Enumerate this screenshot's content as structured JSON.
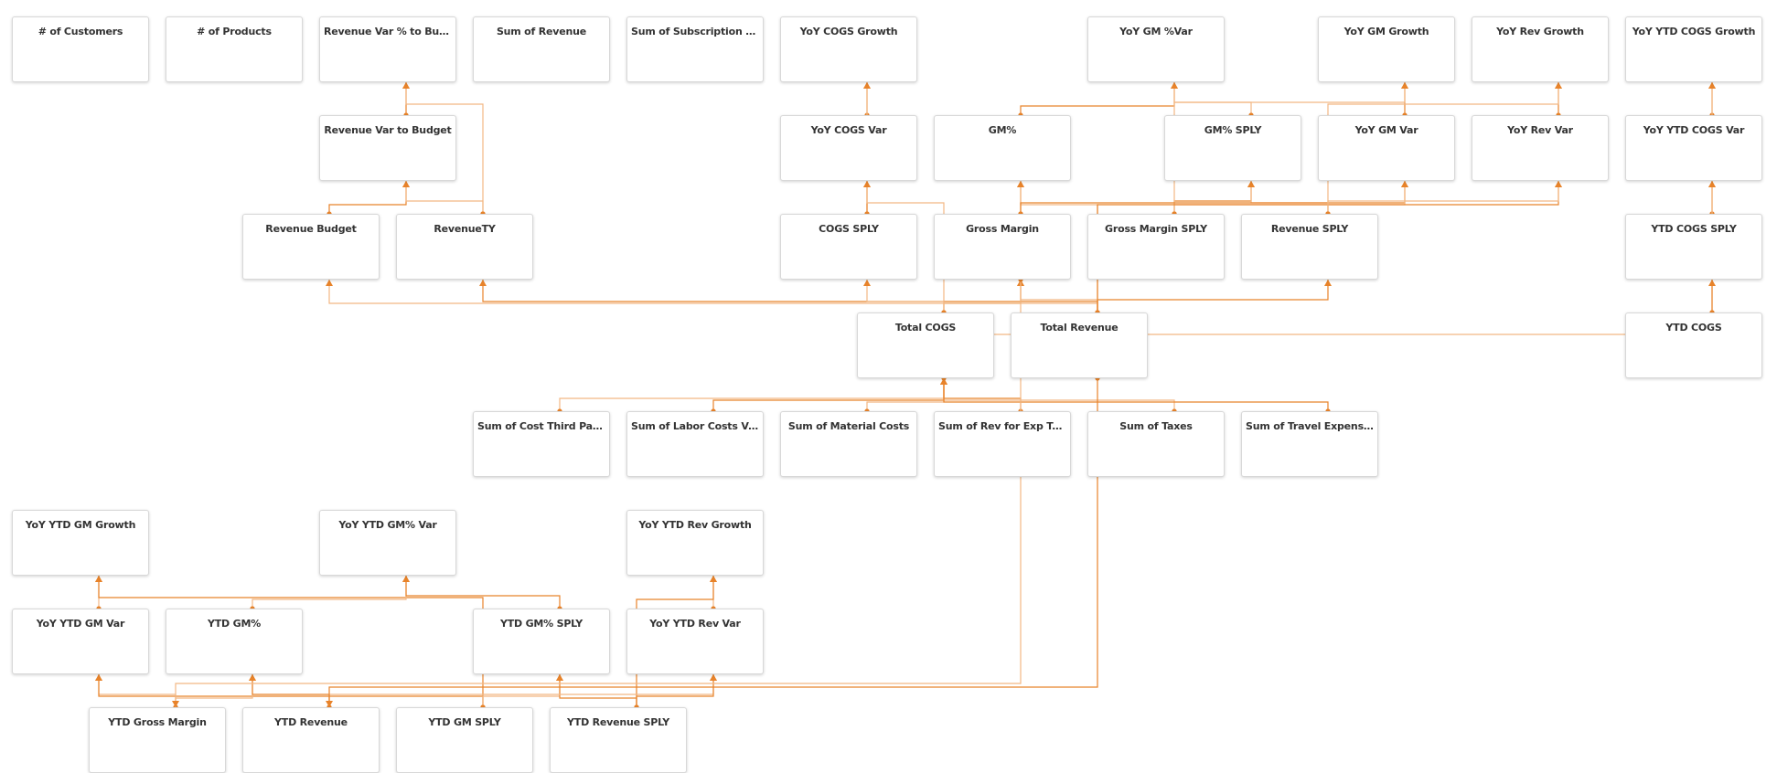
{
  "theme": {
    "edge_color": "#E8832A",
    "edge_color_light": "#F2B884",
    "node_border": "#D8D8D8",
    "text_color": "#333333",
    "background": "#FFFFFF"
  },
  "nodes": [
    {
      "id": "n_customers",
      "label": "# of Customers"
    },
    {
      "id": "n_products",
      "label": "# of Products"
    },
    {
      "id": "n_rev_var_pct_budget",
      "label": "Revenue Var % to Budget"
    },
    {
      "id": "n_sum_revenue",
      "label": "Sum of Revenue"
    },
    {
      "id": "n_sum_subscription",
      "label": "Sum of Subscription Rev..."
    },
    {
      "id": "n_yoy_cogs_growth",
      "label": "YoY COGS Growth"
    },
    {
      "id": "n_yoy_gm_pct_var",
      "label": "YoY GM %Var"
    },
    {
      "id": "n_yoy_gm_growth",
      "label": "YoY GM Growth"
    },
    {
      "id": "n_yoy_rev_growth",
      "label": "YoY Rev Growth"
    },
    {
      "id": "n_yoy_ytd_cogs_growth",
      "label": "YoY YTD COGS Growth"
    },
    {
      "id": "n_rev_var_budget",
      "label": "Revenue Var to Budget"
    },
    {
      "id": "n_yoy_cogs_var",
      "label": "YoY COGS Var"
    },
    {
      "id": "n_gm_pct",
      "label": "GM%"
    },
    {
      "id": "n_gm_pct_sply",
      "label": "GM% SPLY"
    },
    {
      "id": "n_yoy_gm_var",
      "label": "YoY GM Var"
    },
    {
      "id": "n_yoy_rev_var",
      "label": "YoY Rev Var"
    },
    {
      "id": "n_yoy_ytd_cogs_var",
      "label": "YoY YTD COGS Var"
    },
    {
      "id": "n_revenue_budget",
      "label": "Revenue Budget"
    },
    {
      "id": "n_revenue_ty",
      "label": "RevenueTY"
    },
    {
      "id": "n_cogs_sply",
      "label": "COGS SPLY"
    },
    {
      "id": "n_gross_margin",
      "label": "Gross Margin"
    },
    {
      "id": "n_gross_margin_sply",
      "label": "Gross Margin SPLY"
    },
    {
      "id": "n_revenue_sply",
      "label": "Revenue SPLY"
    },
    {
      "id": "n_ytd_cogs_sply",
      "label": "YTD COGS SPLY"
    },
    {
      "id": "n_total_cogs",
      "label": "Total COGS"
    },
    {
      "id": "n_total_revenue",
      "label": "Total Revenue"
    },
    {
      "id": "n_ytd_cogs",
      "label": "YTD COGS"
    },
    {
      "id": "n_sum_cost_third_party",
      "label": "Sum of Cost Third Party"
    },
    {
      "id": "n_sum_labor_costs",
      "label": "Sum of Labor Costs Vari..."
    },
    {
      "id": "n_sum_material_costs",
      "label": "Sum of Material Costs"
    },
    {
      "id": "n_sum_rev_exp_travel",
      "label": "Sum of Rev for Exp Travel"
    },
    {
      "id": "n_sum_taxes",
      "label": "Sum of Taxes"
    },
    {
      "id": "n_sum_travel_expenses",
      "label": "Sum of Travel Expenses"
    },
    {
      "id": "n_yoy_ytd_gm_growth",
      "label": "YoY YTD GM Growth"
    },
    {
      "id": "n_yoy_ytd_gm_pct_var",
      "label": "YoY YTD GM% Var"
    },
    {
      "id": "n_yoy_ytd_rev_growth",
      "label": "YoY YTD Rev Growth"
    },
    {
      "id": "n_yoy_ytd_gm_var",
      "label": "YoY YTD GM Var"
    },
    {
      "id": "n_ytd_gm_pct",
      "label": "YTD GM%"
    },
    {
      "id": "n_ytd_gm_pct_sply",
      "label": "YTD GM% SPLY"
    },
    {
      "id": "n_yoy_ytd_rev_var",
      "label": "YoY YTD Rev Var"
    },
    {
      "id": "n_ytd_gross_margin",
      "label": "YTD Gross Margin"
    },
    {
      "id": "n_ytd_revenue",
      "label": "YTD Revenue"
    },
    {
      "id": "n_ytd_gm_sply",
      "label": "YTD GM SPLY"
    },
    {
      "id": "n_ytd_revenue_sply",
      "label": "YTD Revenue SPLY"
    }
  ],
  "edges": [
    {
      "from": "n_rev_var_budget",
      "to": "n_rev_var_pct_budget"
    },
    {
      "from": "n_revenue_ty",
      "to": "n_rev_var_pct_budget"
    },
    {
      "from": "n_revenue_budget",
      "to": "n_rev_var_budget"
    },
    {
      "from": "n_revenue_ty",
      "to": "n_rev_var_budget"
    },
    {
      "from": "n_yoy_cogs_var",
      "to": "n_yoy_cogs_growth"
    },
    {
      "from": "n_cogs_sply",
      "to": "n_yoy_cogs_growth"
    },
    {
      "from": "n_cogs_sply",
      "to": "n_yoy_cogs_var"
    },
    {
      "from": "n_total_cogs",
      "to": "n_yoy_cogs_var"
    },
    {
      "from": "n_gm_pct",
      "to": "n_yoy_gm_pct_var"
    },
    {
      "from": "n_gm_pct_sply",
      "to": "n_yoy_gm_pct_var"
    },
    {
      "from": "n_gross_margin",
      "to": "n_gm_pct"
    },
    {
      "from": "n_total_revenue",
      "to": "n_gm_pct"
    },
    {
      "from": "n_gross_margin_sply",
      "to": "n_gm_pct_sply"
    },
    {
      "from": "n_revenue_sply",
      "to": "n_gm_pct_sply"
    },
    {
      "from": "n_yoy_gm_var",
      "to": "n_yoy_gm_growth"
    },
    {
      "from": "n_gross_margin_sply",
      "to": "n_yoy_gm_growth"
    },
    {
      "from": "n_gross_margin",
      "to": "n_yoy_gm_var"
    },
    {
      "from": "n_gross_margin_sply",
      "to": "n_yoy_gm_var"
    },
    {
      "from": "n_yoy_rev_var",
      "to": "n_yoy_rev_growth"
    },
    {
      "from": "n_revenue_sply",
      "to": "n_yoy_rev_growth"
    },
    {
      "from": "n_total_revenue",
      "to": "n_yoy_rev_var"
    },
    {
      "from": "n_revenue_sply",
      "to": "n_yoy_rev_var"
    },
    {
      "from": "n_yoy_ytd_cogs_var",
      "to": "n_yoy_ytd_cogs_growth"
    },
    {
      "from": "n_ytd_cogs_sply",
      "to": "n_yoy_ytd_cogs_growth"
    },
    {
      "from": "n_ytd_cogs_sply",
      "to": "n_yoy_ytd_cogs_var"
    },
    {
      "from": "n_ytd_cogs",
      "to": "n_yoy_ytd_cogs_var"
    },
    {
      "from": "n_total_cogs",
      "to": "n_gross_margin"
    },
    {
      "from": "n_total_revenue",
      "to": "n_gross_margin"
    },
    {
      "from": "n_total_revenue",
      "to": "n_revenue_ty"
    },
    {
      "from": "n_total_revenue",
      "to": "n_revenue_budget"
    },
    {
      "from": "n_total_revenue",
      "to": "n_revenue_sply"
    },
    {
      "from": "n_total_cogs",
      "to": "n_cogs_sply"
    },
    {
      "from": "n_ytd_cogs",
      "to": "n_ytd_cogs_sply"
    },
    {
      "from": "n_sum_cost_third_party",
      "to": "n_total_cogs"
    },
    {
      "from": "n_sum_labor_costs",
      "to": "n_total_cogs"
    },
    {
      "from": "n_sum_material_costs",
      "to": "n_total_cogs"
    },
    {
      "from": "n_sum_rev_exp_travel",
      "to": "n_total_cogs"
    },
    {
      "from": "n_sum_taxes",
      "to": "n_total_cogs"
    },
    {
      "from": "n_sum_travel_expenses",
      "to": "n_total_cogs"
    },
    {
      "from": "n_yoy_ytd_gm_var",
      "to": "n_yoy_ytd_gm_growth"
    },
    {
      "from": "n_ytd_gm_sply",
      "to": "n_yoy_ytd_gm_growth"
    },
    {
      "from": "n_ytd_gm_pct",
      "to": "n_yoy_ytd_gm_pct_var"
    },
    {
      "from": "n_ytd_gm_pct_sply",
      "to": "n_yoy_ytd_gm_pct_var"
    },
    {
      "from": "n_yoy_ytd_rev_var",
      "to": "n_yoy_ytd_rev_growth"
    },
    {
      "from": "n_ytd_revenue_sply",
      "to": "n_yoy_ytd_rev_growth"
    },
    {
      "from": "n_ytd_gross_margin",
      "to": "n_yoy_ytd_gm_var"
    },
    {
      "from": "n_ytd_gm_sply",
      "to": "n_yoy_ytd_gm_var"
    },
    {
      "from": "n_ytd_gross_margin",
      "to": "n_ytd_gm_pct"
    },
    {
      "from": "n_ytd_revenue",
      "to": "n_ytd_gm_pct"
    },
    {
      "from": "n_ytd_gm_sply",
      "to": "n_ytd_gm_pct_sply"
    },
    {
      "from": "n_ytd_revenue_sply",
      "to": "n_ytd_gm_pct_sply"
    },
    {
      "from": "n_ytd_revenue",
      "to": "n_yoy_ytd_rev_var"
    },
    {
      "from": "n_ytd_revenue_sply",
      "to": "n_yoy_ytd_rev_var"
    },
    {
      "from": "n_gross_margin",
      "to": "n_ytd_gross_margin"
    },
    {
      "from": "n_total_revenue",
      "to": "n_ytd_revenue"
    },
    {
      "from": "n_total_cogs",
      "to": "n_ytd_cogs"
    }
  ]
}
